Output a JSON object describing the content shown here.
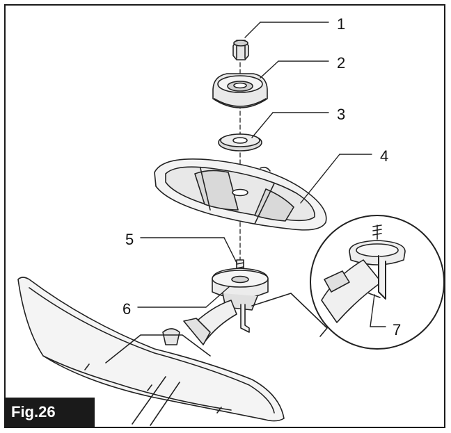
{
  "figure": {
    "label": "Fig.26",
    "callouts": [
      {
        "id": "1",
        "text": "1"
      },
      {
        "id": "2",
        "text": "2"
      },
      {
        "id": "3",
        "text": "3"
      },
      {
        "id": "4",
        "text": "4"
      },
      {
        "id": "5",
        "text": "5"
      },
      {
        "id": "6",
        "text": "6"
      },
      {
        "id": "7",
        "text": "7"
      }
    ]
  }
}
